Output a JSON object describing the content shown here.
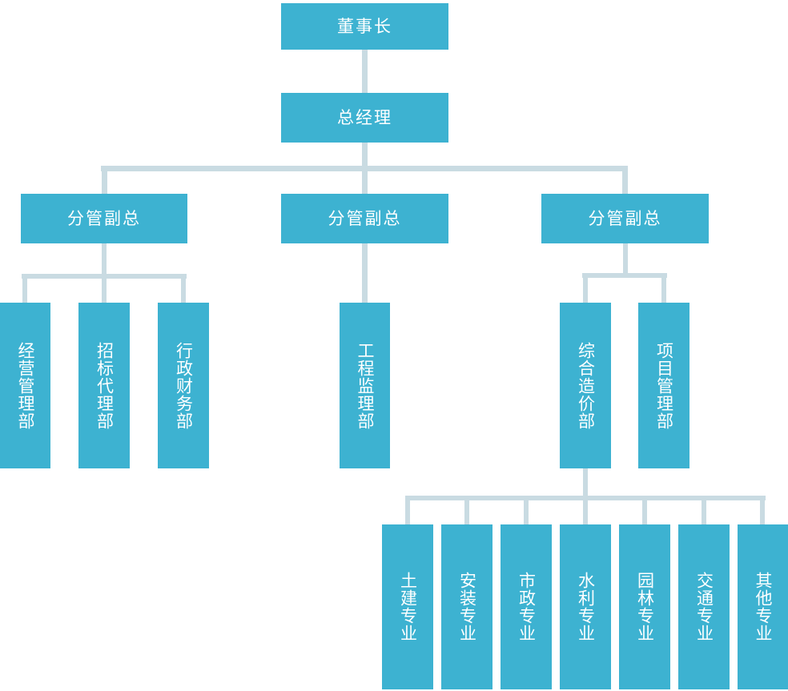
{
  "colors": {
    "background": "#ffffff",
    "node_fill": "#3DB2D1",
    "node_text": "#ffffff",
    "connector": "#C9DBE2"
  },
  "org_chart": {
    "level1": {
      "chairman": "董事长"
    },
    "level2": {
      "general_manager": "总经理"
    },
    "level3": {
      "deputy_left": "分管副总",
      "deputy_middle": "分管副总",
      "deputy_right": "分管副总"
    },
    "departments": {
      "business_management": "经营管理部",
      "bidding_agency": "招标代理部",
      "admin_finance": "行政财务部",
      "engineering_supervision": "工程监理部",
      "comprehensive_cost": "综合造价部",
      "project_management": "项目管理部"
    },
    "specialties": {
      "civil": "土建专业",
      "installation": "安装专业",
      "municipal": "市政专业",
      "water": "水利专业",
      "landscape": "园林专业",
      "traffic": "交通专业",
      "other": "其他专业"
    }
  }
}
